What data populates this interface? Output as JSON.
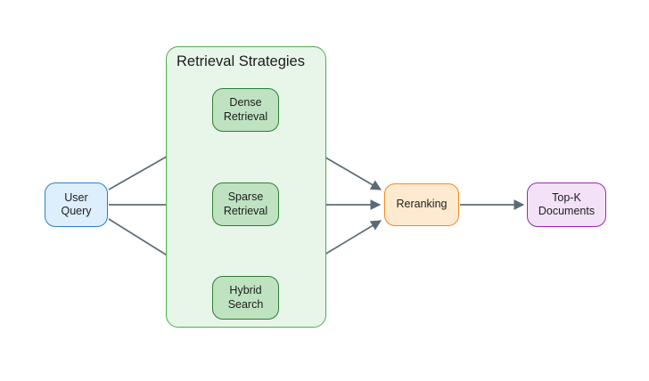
{
  "diagram": {
    "title_visible": false,
    "background": "#ffffff",
    "cluster": {
      "id": "retrieval-strategies",
      "label": "Retrieval Strategies",
      "fill": "#e8f5e9",
      "stroke": "#4caf50"
    },
    "nodes": [
      {
        "id": "user-query",
        "label_line1": "User",
        "label_line2": "Query",
        "fill": "#ddeefc",
        "stroke": "#2a7fc9"
      },
      {
        "id": "dense",
        "label_line1": "Dense",
        "label_line2": "Retrieval",
        "fill": "#bfe3c0",
        "stroke": "#2e7d32"
      },
      {
        "id": "sparse",
        "label_line1": "Sparse",
        "label_line2": "Retrieval",
        "fill": "#bfe3c0",
        "stroke": "#2e7d32"
      },
      {
        "id": "hybrid",
        "label_line1": "Hybrid",
        "label_line2": "Search",
        "fill": "#bfe3c0",
        "stroke": "#2e7d32"
      },
      {
        "id": "reranking",
        "label_line1": "Reranking",
        "label_line2": "",
        "fill": "#fdead0",
        "stroke": "#ef8c1c"
      },
      {
        "id": "top-k",
        "label_line1": "Top-K",
        "label_line2": "Documents",
        "fill": "#f3e2f7",
        "stroke": "#9c27b0"
      }
    ],
    "edges": [
      {
        "from": "user-query",
        "to": "dense",
        "label": ""
      },
      {
        "from": "user-query",
        "to": "sparse",
        "label": ""
      },
      {
        "from": "user-query",
        "to": "hybrid",
        "label": ""
      },
      {
        "from": "dense",
        "to": "reranking",
        "label": ""
      },
      {
        "from": "sparse",
        "to": "reranking",
        "label": ""
      },
      {
        "from": "hybrid",
        "to": "reranking",
        "label": ""
      },
      {
        "from": "reranking",
        "to": "top-k",
        "label": ""
      }
    ],
    "edge_color": "#5a6b75"
  }
}
